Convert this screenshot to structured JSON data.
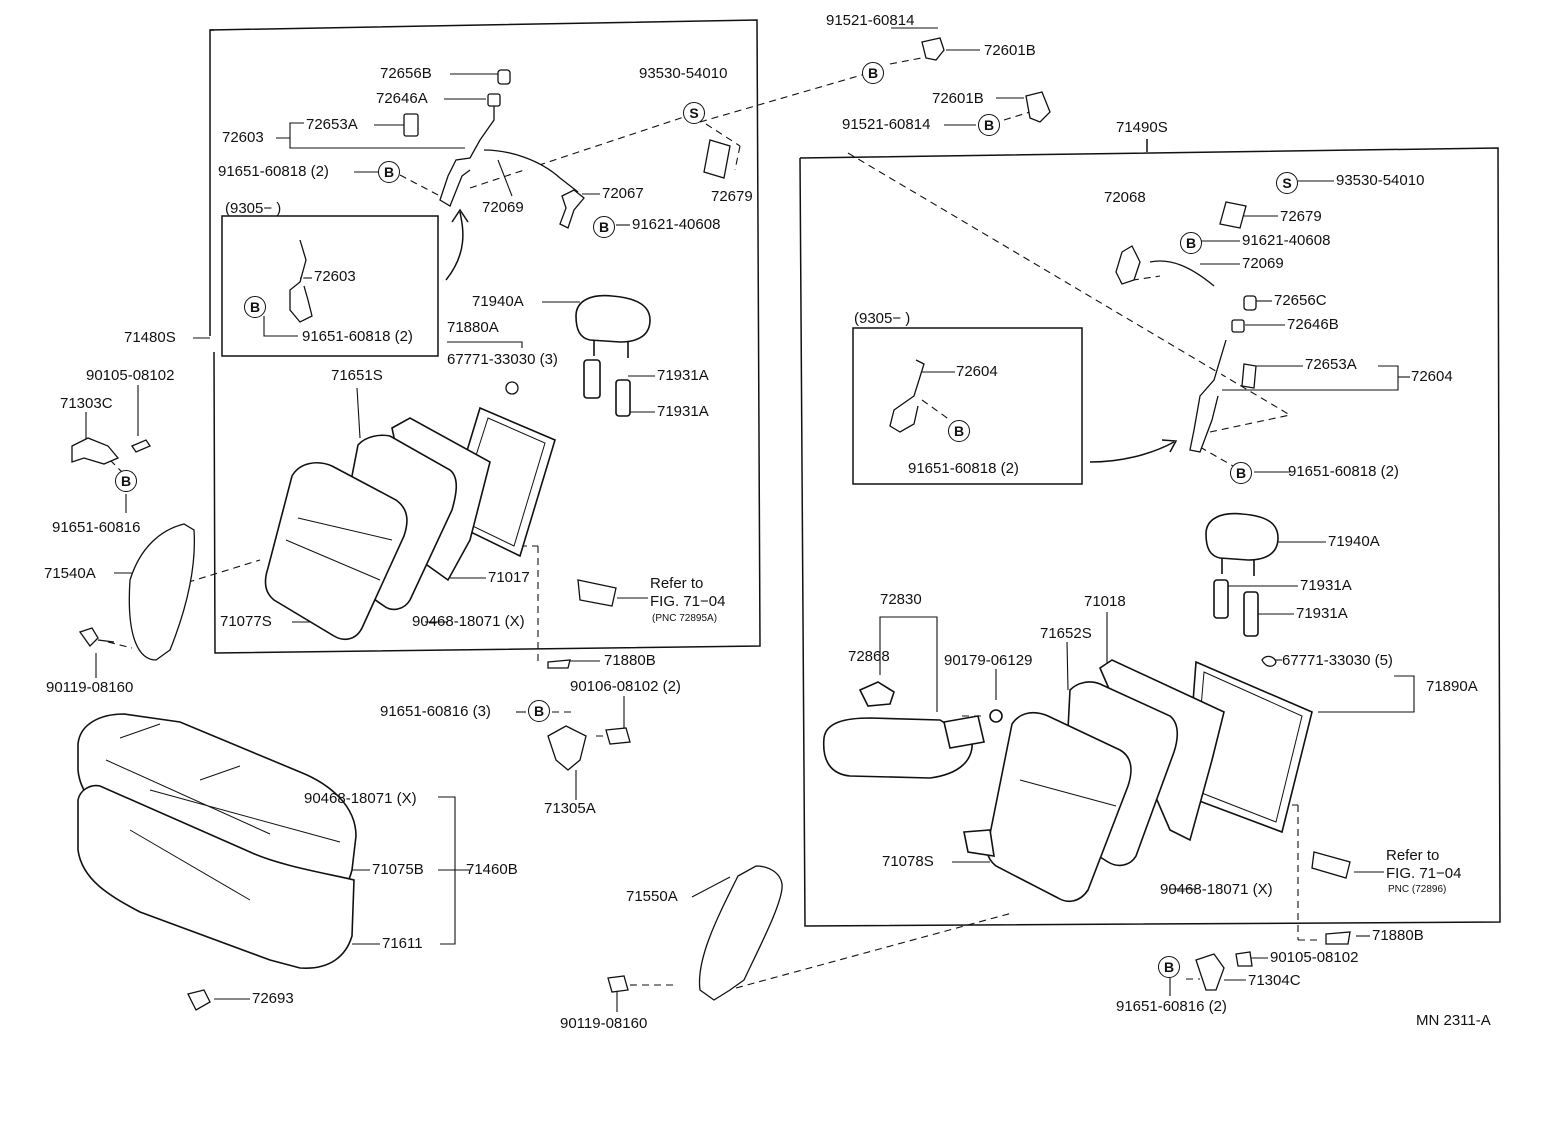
{
  "diagram_code": "MN 2311-A",
  "badges": {
    "b": "B",
    "s": "S"
  },
  "left_upper": {
    "assembly": "71480S",
    "p72656B": "72656B",
    "p72646A": "72646A",
    "p72603": "72603",
    "p72653A": "72653A",
    "bolt_b": "91651-60818 (2)",
    "screw_s": "93530-54010",
    "p72067": "72067",
    "p72069": "72069",
    "p72679": "72679",
    "bolt_b2": "91621-40608",
    "inset_date": "(9305−          )",
    "inset_72603": "72603",
    "inset_bolt": "91651-60818 (2)",
    "p71940A": "71940A",
    "p71880A": "71880A",
    "clip": "67771-33030 (3)",
    "p71931A_1": "71931A",
    "p71931A_2": "71931A",
    "p71651S": "71651S",
    "p71017": "71017",
    "p71077S": "71077S",
    "ring": "90468-18071 (X)",
    "refer_to": "Refer to",
    "refer_fig": "FIG. 71−04",
    "refer_pnc": "(PNC 72895A)"
  },
  "left_side": {
    "p90105": "90105-08102",
    "p71303C": "71303C",
    "p91651": "91651-60816",
    "p71540A": "71540A",
    "p90119": "90119-08160"
  },
  "center": {
    "p91521_a": "91521-60814",
    "p72601B_a": "72601B",
    "p72601B_b": "72601B",
    "p91521_b": "91521-60814",
    "p71880B": "71880B",
    "p91651_3": "91651-60816 (3)",
    "p90106": "90106-08102 (2)",
    "p71305A": "71305A",
    "p71550A": "71550A",
    "p90119_b": "90119-08160"
  },
  "cushion": {
    "ring": "90468-18071 (X)",
    "p71075B": "71075B",
    "p71460B": "71460B",
    "p71611": "71611",
    "p72693": "72693"
  },
  "right": {
    "assembly": "71490S",
    "screw_s": "93530-54010",
    "p72068": "72068",
    "p72679": "72679",
    "bolt_b": "91621-40608",
    "p72069": "72069",
    "p72656C": "72656C",
    "p72646B": "72646B",
    "p72653A": "72653A",
    "p72604": "72604",
    "inset_date": "(9305−          )",
    "inset_72604": "72604",
    "inset_bolt": "91651-60818 (2)",
    "bolt_b2": "91651-60818 (2)",
    "p71940A": "71940A",
    "p71931A_1": "71931A",
    "p71931A_2": "71931A",
    "p72830": "72830",
    "p72868": "72868",
    "p90179": "90179-06129",
    "p71018": "71018",
    "p71652S": "71652S",
    "clip": "67771-33030 (5)",
    "p71890A": "71890A",
    "p71078S": "71078S",
    "refer_to": "Refer to",
    "refer_fig": "FIG. 71−04",
    "refer_pnc": "PNC (72896)",
    "ring": "90468-18071 (X)",
    "p71880B": "71880B",
    "p90105": "90105-08102",
    "p71304C": "71304C",
    "p91651": "91651-60816 (2)"
  }
}
